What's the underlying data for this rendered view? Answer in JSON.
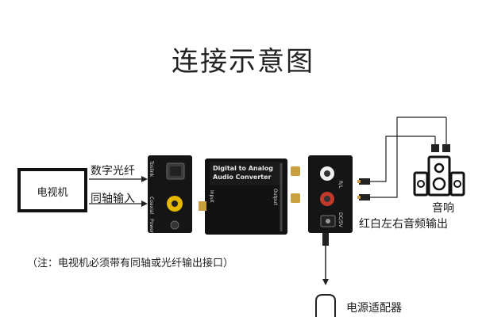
{
  "title": "连接示意图",
  "tv": {
    "label": "电视机"
  },
  "cables_left": {
    "optical": "数字光纤",
    "coaxial": "同轴输入"
  },
  "source_panel": {
    "labels": [
      "Toslink",
      "Coaxial",
      "Power"
    ]
  },
  "converter": {
    "line1": "Digital to Analog",
    "line2": "Audio Converter",
    "input": "Input",
    "output": "Output"
  },
  "output_panel": {
    "rl": "R/L",
    "dc": "DC/5V"
  },
  "speaker": {
    "label": "音响"
  },
  "rca_output": {
    "label": "红白左右音频输出"
  },
  "power_adapter": {
    "label": "电源适配器"
  },
  "note": "（注：电视机必须带有同轴或光纤输出接口）",
  "colors": {
    "device_body": "#151515",
    "rca_red": "#c0392b",
    "rca_yellow": "#e5b800",
    "gold": "#c9a040"
  }
}
